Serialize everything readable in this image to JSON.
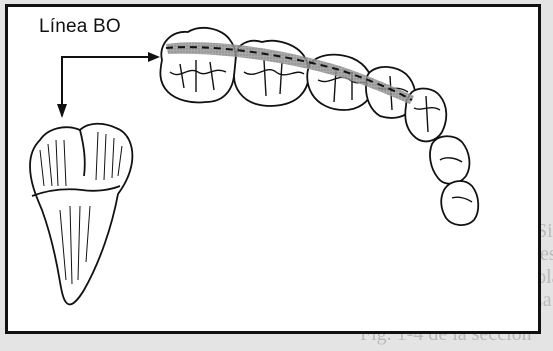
{
  "figure": {
    "label": "Línea BO"
  },
  "background_text": [
    "Si se traza una línea imaginaria por las",
    "sures de desarrollo centrales de los dientes",
    "ferores molares y premolares, se forma la",
    "nea BO. La mordida normal bien alineada",
    "Fig. 1-4 de la sección"
  ]
}
